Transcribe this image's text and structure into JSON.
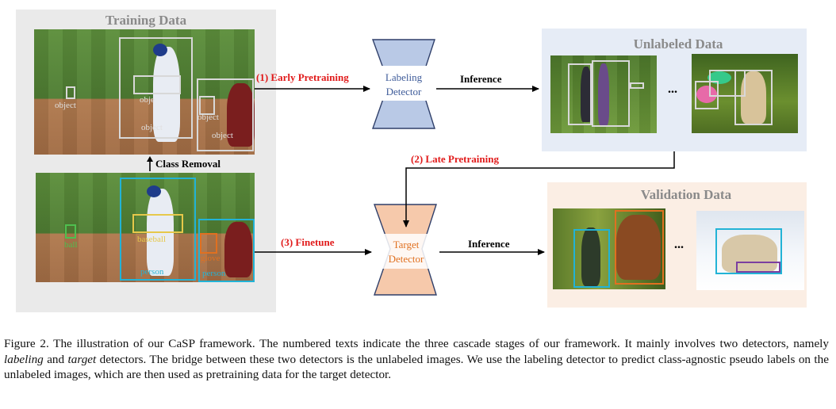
{
  "training": {
    "title": "Training Data",
    "top_labels": [
      "object",
      "obje",
      "object",
      "object",
      "object"
    ],
    "bottom_labels": [
      "ball",
      "baseball",
      "glove",
      "person",
      "person"
    ]
  },
  "class_removal": "Class Removal",
  "unlabeled": {
    "title": "Unlabeled Data",
    "ellipsis": "..."
  },
  "validation": {
    "title": "Validation Data",
    "ellipsis": "..."
  },
  "labeling_detector": {
    "line1": "Labeling",
    "line2": "Detector"
  },
  "target_detector": {
    "line1": "Target",
    "line2": "Detector"
  },
  "edges": {
    "early": "(1) Early Pretraining",
    "late": "(2) Late Pretraining",
    "finetune": "(3) Finetune",
    "inference_top": "Inference",
    "inference_bottom": "Inference"
  },
  "caption": {
    "p1": "Figure 2.  The illustration of our CaSP framework.  The numbered texts indicate the three cascade stages of our framework.  It mainly involves two detectors, namely ",
    "em1": "labeling",
    "p2": " and ",
    "em2": "target",
    "p3": " detectors.  The bridge between these two detectors is the unlabeled images.  We use the labeling detector to predict class-agnostic pseudo labels on the unlabeled images, which are then used as pretraining data for the target detector."
  },
  "colors": {
    "labeling_fill": "#b9c9e6",
    "labeling_stroke": "#2f3f6a",
    "target_fill": "#f6c9ab",
    "target_stroke": "#2f3f6a",
    "red_text": "#e11b1b",
    "box_gray": "#d8d8d8",
    "box_cyan": "#22b3d6",
    "box_yellow": "#e6c84a",
    "box_green": "#4fbf4f",
    "box_orange": "#e07020",
    "box_purple": "#7b3fa0"
  }
}
